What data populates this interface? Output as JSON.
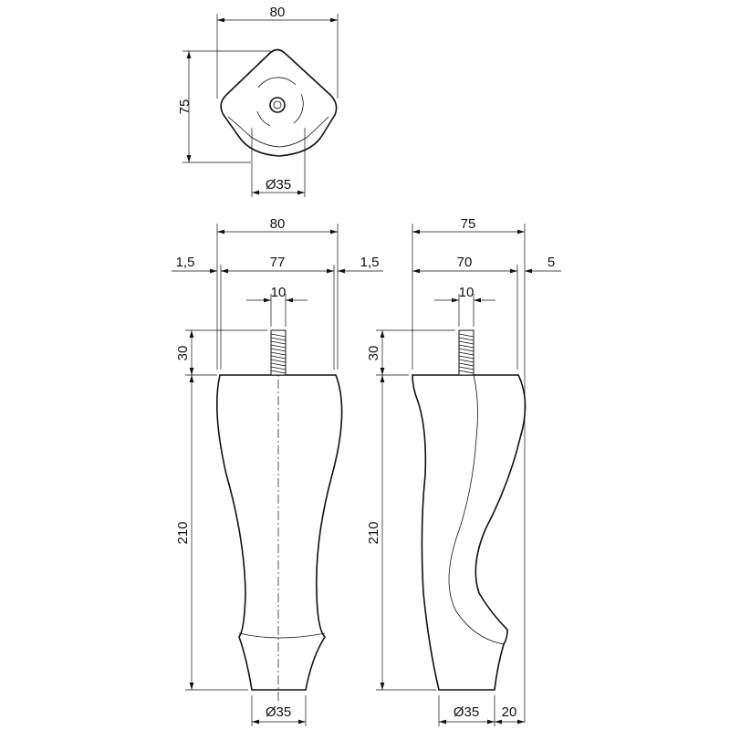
{
  "drawing": {
    "top_view": {
      "width_label": "80",
      "depth_label": "75",
      "diameter_label": "Ø35"
    },
    "front_view": {
      "overall_width_label": "80",
      "left_offset_label": "1,5",
      "body_width_label": "77",
      "right_offset_label": "1,5",
      "bolt_diameter_label": "10",
      "bolt_length_label": "30",
      "height_label": "210",
      "foot_diameter_label": "Ø35"
    },
    "side_view": {
      "overall_width_label": "75",
      "body_width_label": "70",
      "right_offset_label": "5",
      "bolt_diameter_label": "10",
      "bolt_length_label": "30",
      "height_label": "210",
      "foot_diameter_label": "Ø35",
      "foot_offset_label": "20"
    }
  }
}
